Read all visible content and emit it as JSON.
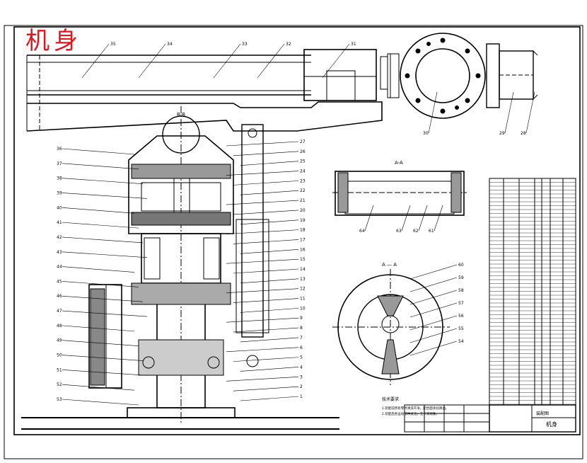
{
  "drawing": {
    "title": "机身",
    "title_color": "#e8141c",
    "line_color": "#000000",
    "section_label_top": "A-A",
    "section_label_side": "B-B",
    "section_label_round": "A — A",
    "notes_heading": "技术要求",
    "notes": [
      "1.装配前所有零件清洗干净，配合面涂润滑油。",
      "2.装配后各运动部件灵活，无卡滞现象。"
    ],
    "title_block_name": "机身",
    "title_block_small": "装配图"
  },
  "callouts_right": [
    "27",
    "26",
    "25",
    "24",
    "23",
    "22",
    "21",
    "20",
    "19",
    "18",
    "17",
    "16",
    "15",
    "14",
    "13",
    "12",
    "11",
    "10",
    "9",
    "8",
    "7",
    "6",
    "5",
    "4",
    "3",
    "2",
    "1"
  ],
  "callouts_left": [
    "36",
    "37",
    "38",
    "39",
    "40",
    "41",
    "42",
    "43",
    "44",
    "45",
    "46",
    "47",
    "48",
    "49",
    "50",
    "51",
    "52",
    "53"
  ],
  "callouts_top": [
    "35",
    "34",
    "33",
    "32",
    "31"
  ],
  "callouts_pipe": [
    "30",
    "29",
    "28"
  ],
  "callouts_section": [
    "64",
    "63",
    "62",
    "61"
  ],
  "callouts_round": [
    "60",
    "59",
    "58",
    "57",
    "56",
    "55",
    "54"
  ]
}
